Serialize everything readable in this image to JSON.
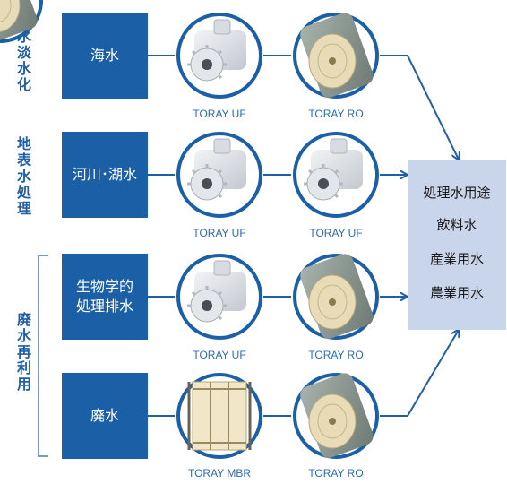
{
  "groups": [
    {
      "label": "海水淡水化"
    },
    {
      "label": "地表水処理"
    },
    {
      "label": "廃水再利用"
    }
  ],
  "sources": [
    "海水",
    "河川･湖水",
    "生物学的\n処理排水",
    "廃水"
  ],
  "captions": {
    "row1": [
      "TORAY UF",
      "TORAY RO"
    ],
    "row2": [
      "TORAY UF",
      "TORAY UF"
    ],
    "row3": [
      "TORAY UF",
      "TORAY RO"
    ],
    "row4": [
      "TORAY MBR",
      "TORAY RO"
    ]
  },
  "outputs": [
    "処理水用途",
    "飲料水",
    "産業用水",
    "農業用水"
  ],
  "colors": {
    "brand_blue": "#1b5fa6",
    "arrow_blue": "#1f5fa8",
    "output_bg": "#c9d5ea"
  }
}
